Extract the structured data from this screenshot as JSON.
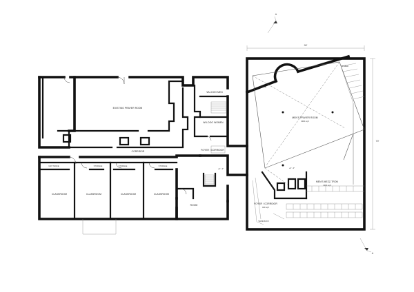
{
  "rooms": {
    "existing_prayer": "EXISTING PRAYER ROOM",
    "wudu_men": "WU-DOO MEN",
    "wudu_women": "WU-DOO WOMEN",
    "corridor_top": "CORRIDOR",
    "foyer_corridor": "FOYER / CORRIDOR",
    "level_note": "+0' - 0\"",
    "unit_space": "UNIT SPACE",
    "storage_1": "STORAGE",
    "storage_2": "STORAGE",
    "storage_3": "STORAGE",
    "classroom_1": "CLASSROOM",
    "classroom_2": "CLASSROOM",
    "classroom_3": "CLASSROOM",
    "classroom_4": "CLASSROOM",
    "room": "ROOM",
    "mihrab": "MIHRAB",
    "minbar": "MINBAR",
    "mens_prayer": "MEN'S PRAYER ROOM",
    "mens_prayer_area": "3000 sq ft",
    "level_note_2": "+0' - 0\"",
    "womens_mezz": "MEN'S MEZZ-TRON",
    "womens_mezz_sub": "1000 sq ft",
    "foyer_corridor_2": "FOYER / CORRIDOR",
    "foyer_corridor_2_sub": "400 sq ft",
    "shoe_rack": "SHOE RACK"
  },
  "dimensions": {
    "top": "90'",
    "side": "70'"
  },
  "markers": {
    "section_top": "A",
    "section_bottom": "A"
  }
}
